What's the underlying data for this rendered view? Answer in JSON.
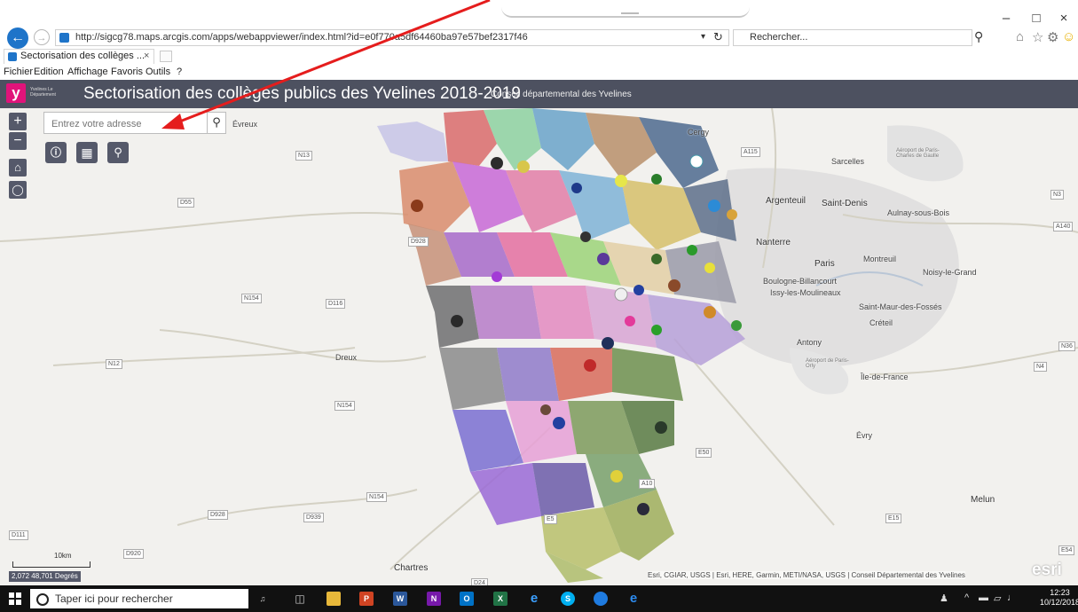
{
  "browser": {
    "url": "http://sigcg78.maps.arcgis.com/apps/webappviewer/index.html?id=e0f770a5df64460ba97e57bef2317f46",
    "search_placeholder": "Rechercher...",
    "tab_title": "Sectorisation des collèges ...",
    "tab_close": "×",
    "window_controls": [
      "–",
      "□",
      "×"
    ],
    "menu": [
      "Fichier",
      "Edition",
      "Affichage",
      "Favoris",
      "Outils",
      "?"
    ]
  },
  "app": {
    "title": "Sectorisation des collèges publics des Yvelines 2018-2019",
    "subtitle": "Conseil départemental des Yvelines",
    "logo_letter": "y",
    "logo_text": "Yvelines Le Département",
    "brand_color": "#e0137a",
    "header_color": "#4d5160"
  },
  "map": {
    "address_placeholder": "Entrez votre adresse",
    "zoom_in": "+",
    "zoom_out": "−",
    "scale_label": "10km",
    "coordinates": "2,072 48,701 Degrés",
    "attribution": "Esri, CGIAR, USGS | Esri, HERE, Garmin, METI/NASA, USGS | Conseil Départemental des Yvelines",
    "esri_logo": "esri",
    "places": [
      {
        "name": "Évreux"
      },
      {
        "name": "Cergy"
      },
      {
        "name": "Sarcelles"
      },
      {
        "name": "Argenteuil"
      },
      {
        "name": "Saint-Denis"
      },
      {
        "name": "Aulnay-sous-Bois"
      },
      {
        "name": "Nanterre"
      },
      {
        "name": "Paris"
      },
      {
        "name": "Montreuil"
      },
      {
        "name": "Noisy-le-Grand"
      },
      {
        "name": "Boulogne-Billancourt"
      },
      {
        "name": "Issy-les-Moulineaux"
      },
      {
        "name": "Saint-Maur-des-Fossés"
      },
      {
        "name": "Créteil"
      },
      {
        "name": "Antony"
      },
      {
        "name": "Dreux"
      },
      {
        "name": "Île-de-France"
      },
      {
        "name": "Évry"
      },
      {
        "name": "Melun"
      },
      {
        "name": "Chartres"
      },
      {
        "name": "Aéroport de Paris-Charles de Gaulle"
      },
      {
        "name": "Aéroport de Paris-Orly"
      }
    ],
    "roads": [
      "N13",
      "A115",
      "D55",
      "N3",
      "D928",
      "A140",
      "N154",
      "D116",
      "N12",
      "N36",
      "N4",
      "N154",
      "E50",
      "A10",
      "N154",
      "D928",
      "D939",
      "D111",
      "D920",
      "E15",
      "E54",
      "D24",
      "E5"
    ]
  },
  "taskbar": {
    "search_text": "Taper ici pour rechercher",
    "time": "12:23",
    "date": "10/12/2018"
  }
}
